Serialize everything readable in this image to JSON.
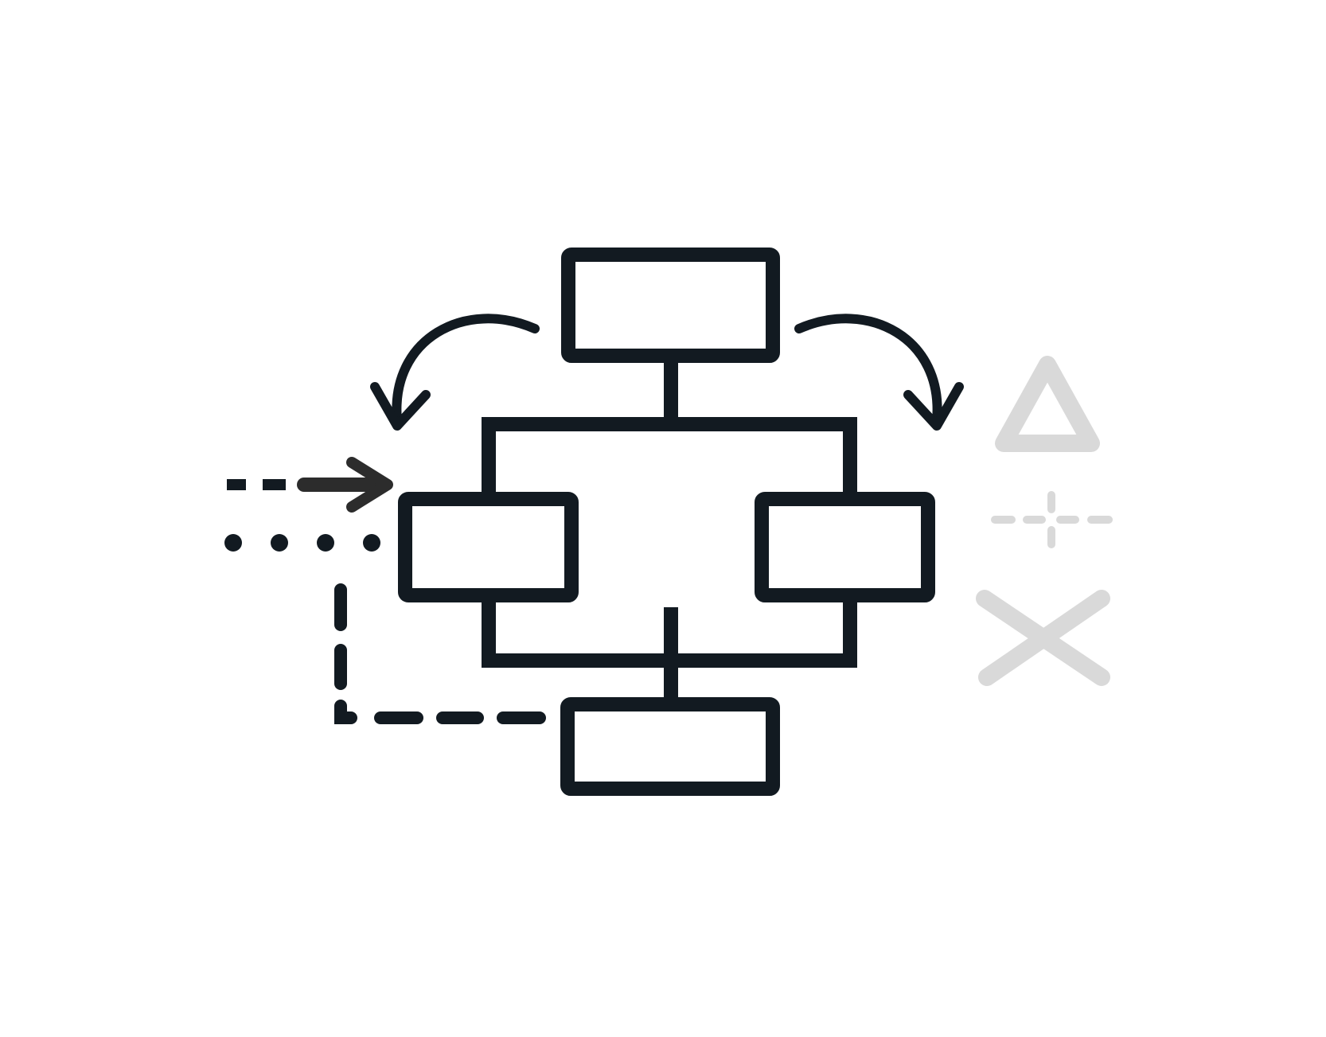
{
  "diagram": {
    "type": "flowchart-icon",
    "nodes": [
      {
        "id": "top"
      },
      {
        "id": "left"
      },
      {
        "id": "right"
      },
      {
        "id": "bottom"
      }
    ],
    "connectors": [
      {
        "from": "top",
        "to": "left",
        "style": "bracket"
      },
      {
        "from": "top",
        "to": "right",
        "style": "bracket"
      },
      {
        "from": "left",
        "to": "bottom",
        "style": "bracket"
      },
      {
        "from": "right",
        "to": "bottom",
        "style": "bracket"
      }
    ],
    "decorations": {
      "curved_arrows": [
        "top-left",
        "top-right"
      ],
      "line_style_samples": [
        "dashed-arrow",
        "dotted",
        "dashed-elbow"
      ],
      "symbols": [
        "triangle-icon",
        "crosshair-icon",
        "x-icon"
      ]
    }
  },
  "colors": {
    "stroke": "#121a21",
    "arrow": "#2c2c2c",
    "muted": "#d9d9d9",
    "background": "#ffffff"
  }
}
